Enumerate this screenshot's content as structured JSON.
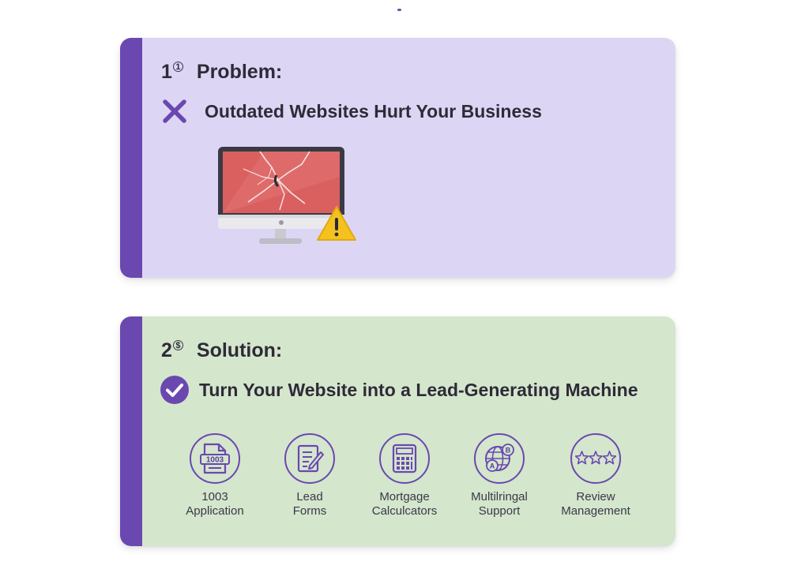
{
  "problem": {
    "number": "1",
    "marker": "1",
    "title": "Problem:",
    "statement": "Outdated Websites Hurt Your Business",
    "icon": "x-icon",
    "illustration": "broken-monitor-warning"
  },
  "solution": {
    "number": "2",
    "marker": "$",
    "title": "Solution:",
    "statement": "Turn Your Website into a Lead-Generating Machine",
    "icon": "checkmark-icon",
    "features": [
      {
        "line1": "1003",
        "line2": "Application",
        "icon": "document-1003-icon",
        "badge": "1003"
      },
      {
        "line1": "Lead",
        "line2": "Forms",
        "icon": "form-pencil-icon"
      },
      {
        "line1": "Mortgage",
        "line2": "Calculcators",
        "icon": "calculator-icon"
      },
      {
        "line1": "Multilringal",
        "line2": "Support",
        "icon": "globe-language-icon",
        "badge_a": "A",
        "badge_b": "B"
      },
      {
        "line1": "Review",
        "line2": "Management",
        "icon": "stars-icon"
      }
    ]
  },
  "colors": {
    "accent": "#6a48b0",
    "problem_bg": "#dcd6f4",
    "solution_bg": "#d4e6cc",
    "text": "#2e2b38",
    "screen_red": "#d9605f",
    "warning_yellow": "#f4c21f"
  }
}
